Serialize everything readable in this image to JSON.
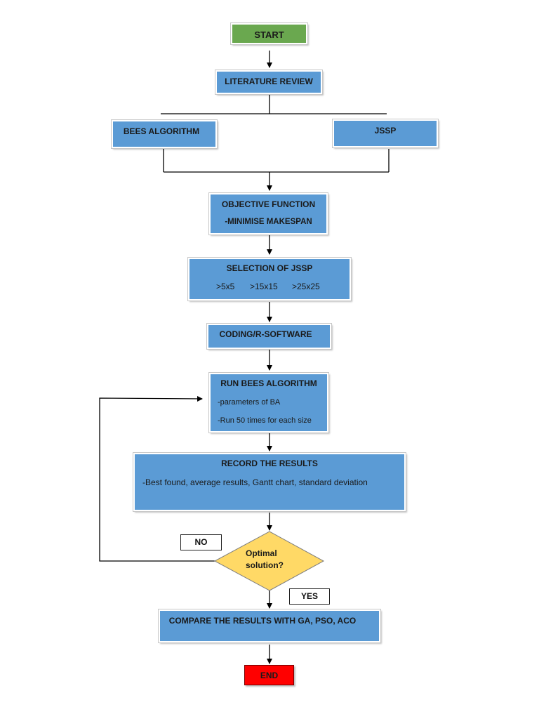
{
  "colors": {
    "process_fill": "#5b9bd5",
    "start_fill": "#6aa84f",
    "end_fill": "#ff0000",
    "decision_fill": "#ffd966",
    "line": "#000000"
  },
  "nodes": {
    "start": {
      "label": "START"
    },
    "literature_review": {
      "label": "LITERATURE REVIEW"
    },
    "bees_algorithm": {
      "label": "BEES ALGORITHM"
    },
    "jssp": {
      "label": "JSSP"
    },
    "objective_function": {
      "label": "OBJECTIVE FUNCTION",
      "detail": "-MINIMISE MAKESPAN"
    },
    "selection_jssp": {
      "label": "SELECTION OF JSSP",
      "sizes": [
        ">5x5",
        ">15x15",
        ">25x25"
      ]
    },
    "coding": {
      "label": "CODING/R-SOFTWARE"
    },
    "run_ba": {
      "label": "RUN BEES ALGORITHM",
      "details": [
        "-parameters of BA",
        "-Run 50 times for each size"
      ]
    },
    "record": {
      "label": "RECORD THE RESULTS",
      "detail": "-Best found, average results, Gantt chart, standard deviation"
    },
    "decision": {
      "line1": "Optimal",
      "line2": "solution?"
    },
    "compare": {
      "label": "COMPARE THE RESULTS WITH GA, PSO, ACO"
    },
    "end": {
      "label": "END"
    }
  },
  "edge_labels": {
    "no": "NO",
    "yes": "YES"
  }
}
